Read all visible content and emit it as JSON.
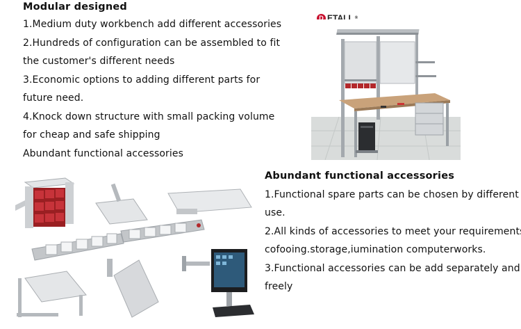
{
  "top_section": {
    "heading": "Modular designed",
    "lines": [
      "1.Medium duty workbench add different accessories",
      "2.Hundreds of configuration can be assembled to fit",
      "the customer's different needs",
      "3.Economic options to adding different parts for",
      "future need.",
      "4.Knock down structure with small packing volume",
      "for cheap and safe shipping",
      "Abundant functional accessories"
    ]
  },
  "bottom_section": {
    "heading": "Abundant functional accessories",
    "lines": [
      "1.Functional spare parts can be chosen by different",
      "use.",
      "2.All kinds of accessories to meet your requirements",
      "cofooing.storage,iumination computerworks.",
      "3.Functional accessories can be add separately and",
      "freely"
    ]
  },
  "logo": {
    "mark": "D",
    "text": "ETALL",
    "registered": "®"
  },
  "colors": {
    "bin_red": "#b3282b",
    "panel_grey": "#d7d9dc",
    "frame_grey": "#9ea3a8",
    "wood": "#c9a27a"
  }
}
